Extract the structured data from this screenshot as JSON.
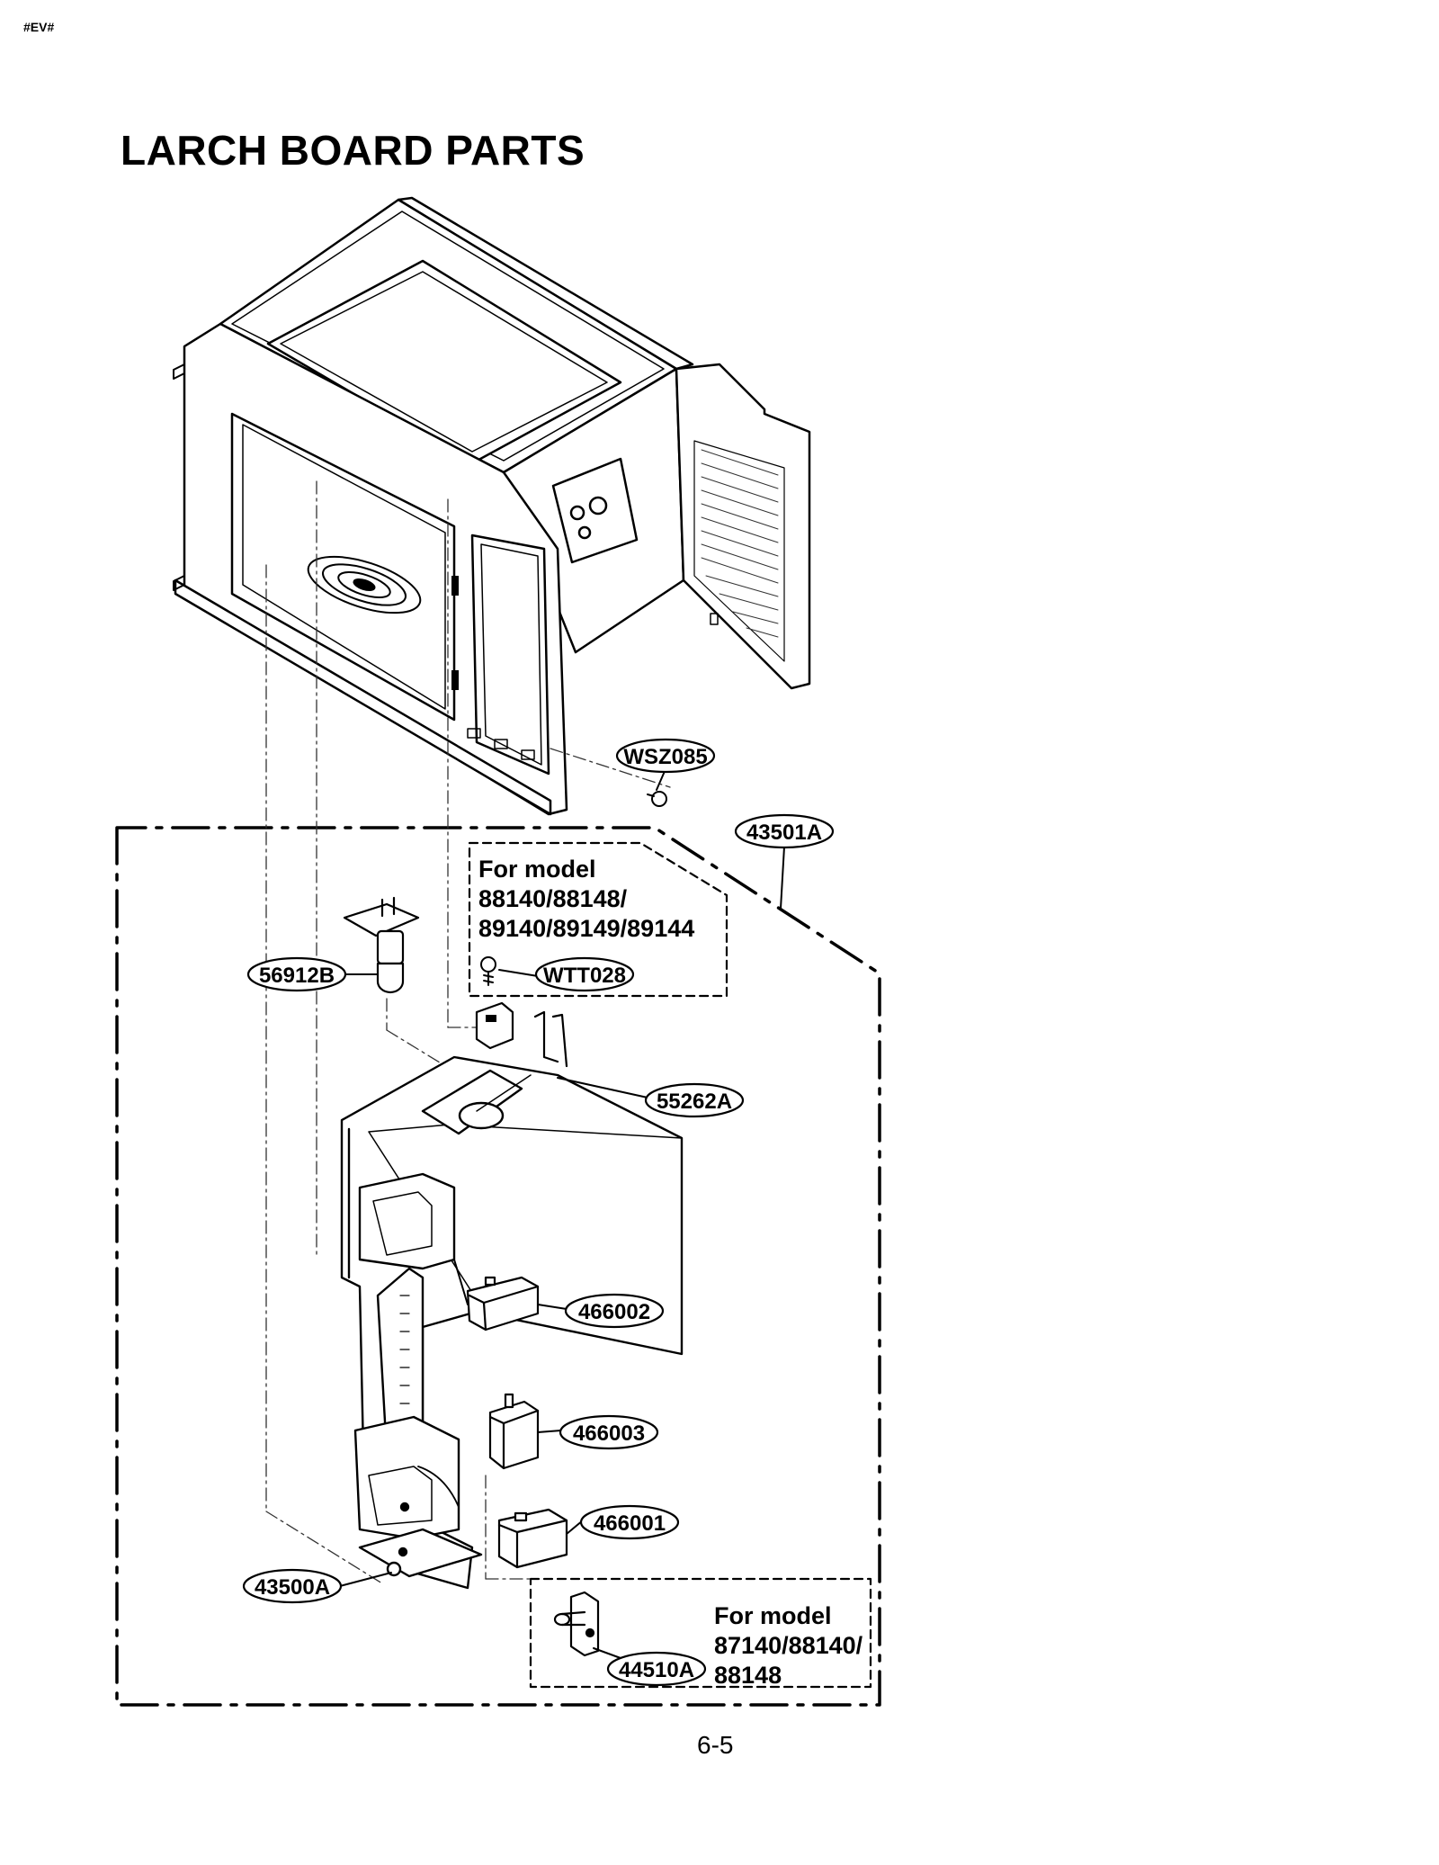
{
  "header": {
    "corner_code": "#EV#",
    "title": "LARCH BOARD PARTS"
  },
  "footer": {
    "page_number": "6-5"
  },
  "callouts": {
    "wsz085": "WSZ085",
    "p43501a": "43501A",
    "p56912b": "56912B",
    "wtt028": "WTT028",
    "p55262a": "55262A",
    "p466002": "466002",
    "p466003": "466003",
    "p466001": "466001",
    "p43500a": "43500A",
    "p44510a": "44510A"
  },
  "notes": {
    "upper": {
      "line1": "For model",
      "line2": "88140/88148/",
      "line3": "89140/89149/89144"
    },
    "lower": {
      "line1": "For model",
      "line2": "87140/88140/",
      "line3": "88148"
    }
  }
}
